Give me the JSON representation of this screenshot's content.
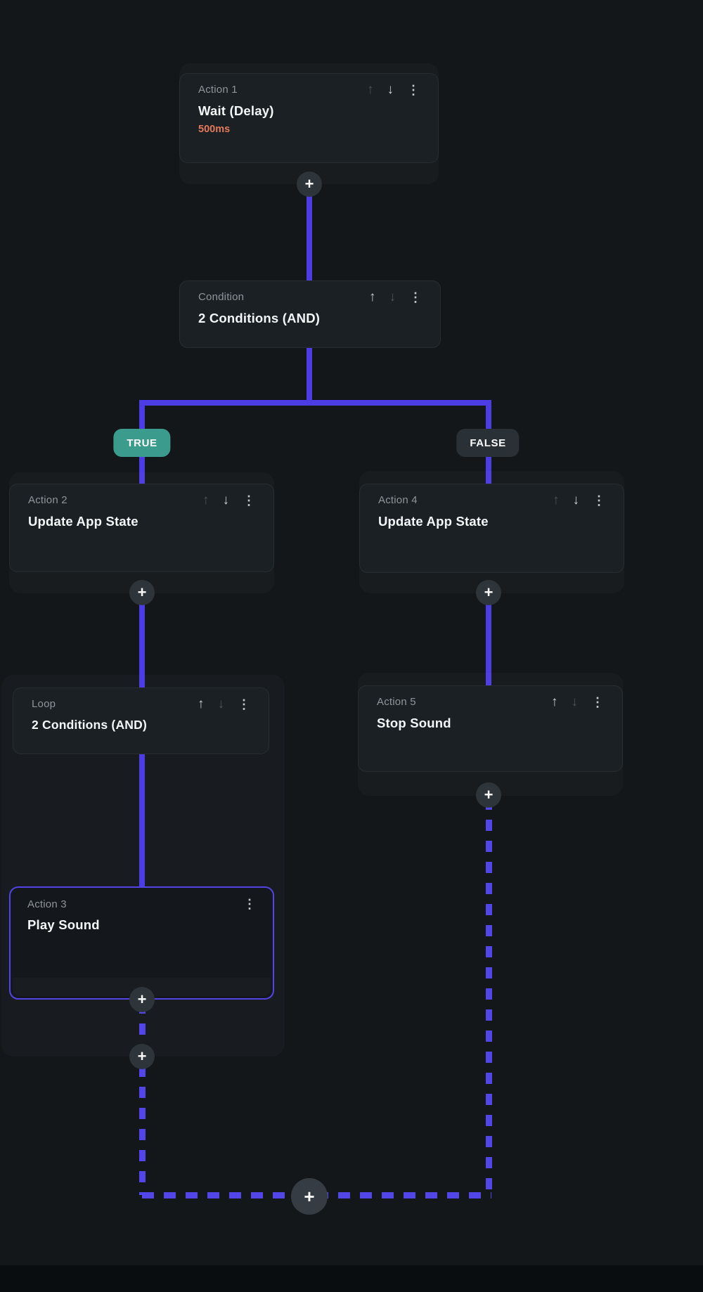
{
  "icons": {
    "plus": "+",
    "up": "↑",
    "down": "↓",
    "menu": "⋮"
  },
  "colors": {
    "accent_line": "#4C3CE3",
    "true_badge": "#3B9C8D",
    "false_badge": "#293036",
    "subtitle_orange": "#E2795B"
  },
  "branch": {
    "true_label": "TRUE",
    "false_label": "FALSE"
  },
  "nodes": {
    "action1": {
      "label": "Action 1",
      "title": "Wait (Delay)",
      "subtitle": "500ms"
    },
    "condition": {
      "label": "Condition",
      "title": "2 Conditions (AND)"
    },
    "action2": {
      "label": "Action 2",
      "title": "Update App State"
    },
    "loop": {
      "label": "Loop",
      "title": "2 Conditions (AND)"
    },
    "action3": {
      "label": "Action 3",
      "title": "Play Sound"
    },
    "action4": {
      "label": "Action 4",
      "title": "Update App State"
    },
    "action5": {
      "label": "Action 5",
      "title": "Stop Sound"
    }
  }
}
